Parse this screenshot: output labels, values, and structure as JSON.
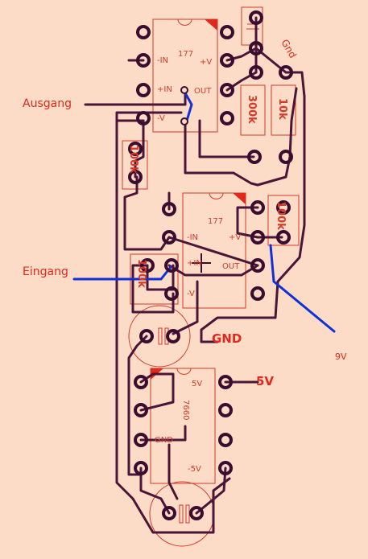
{
  "labels": {
    "ausgang": "Ausgang",
    "eingang": "Eingang",
    "nine_v": "9V",
    "gnd_top": "Gnd",
    "gnd_mid": "GND",
    "five_v_out": "5V"
  },
  "ic1": {
    "part": "177",
    "minus_in": "-IN",
    "plus_v": "+V",
    "plus_in": "+IN",
    "out": "OUT",
    "minus_v": "-V"
  },
  "ic2": {
    "part": "177",
    "minus_in": "-IN",
    "plus_v": "+V",
    "plus_in": "+IN",
    "out": "OUT",
    "minus_v": "-V"
  },
  "ic3": {
    "part": "7660",
    "five_v": "5V",
    "gnd": "GND",
    "minus_5v": "-5V"
  },
  "resistors": {
    "r1": "300k",
    "r2": "10k",
    "r3": "100k",
    "r4": "100k",
    "r5": "100k"
  },
  "colors": {
    "background": "#fcdcc6",
    "trace": "#4a1538",
    "jumper": "#1030d8",
    "silk": "#d23a2c",
    "label": "#e0281c",
    "pad": "#3a0d30"
  }
}
